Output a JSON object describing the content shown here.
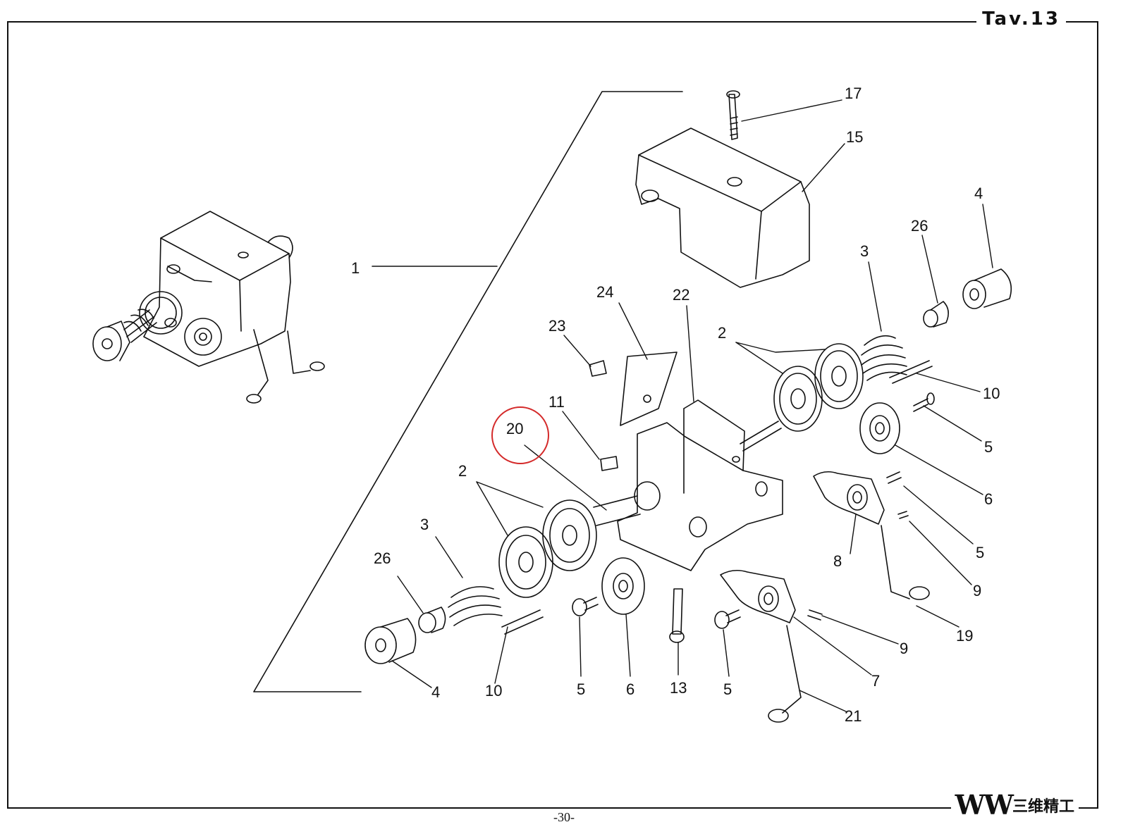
{
  "plate_label": "Tav.13",
  "page_number": "-30-",
  "brand": {
    "mark": "W",
    "name": "三维精工"
  },
  "highlight_color": "#d42a2a",
  "callouts": [
    {
      "id": "c1",
      "label": "1"
    },
    {
      "id": "c17",
      "label": "17"
    },
    {
      "id": "c15",
      "label": "15"
    },
    {
      "id": "c4a",
      "label": "4"
    },
    {
      "id": "c26a",
      "label": "26"
    },
    {
      "id": "c3a",
      "label": "3"
    },
    {
      "id": "c24",
      "label": "24"
    },
    {
      "id": "c22",
      "label": "22"
    },
    {
      "id": "c23",
      "label": "23"
    },
    {
      "id": "c2a",
      "label": "2"
    },
    {
      "id": "c10a",
      "label": "10"
    },
    {
      "id": "c5a",
      "label": "5"
    },
    {
      "id": "c11",
      "label": "11"
    },
    {
      "id": "c20",
      "label": "20"
    },
    {
      "id": "c2b",
      "label": "2"
    },
    {
      "id": "c6a",
      "label": "6"
    },
    {
      "id": "c3b",
      "label": "3"
    },
    {
      "id": "c8",
      "label": "8"
    },
    {
      "id": "c5b",
      "label": "5"
    },
    {
      "id": "c26b",
      "label": "26"
    },
    {
      "id": "c9a",
      "label": "9"
    },
    {
      "id": "c19",
      "label": "19"
    },
    {
      "id": "c9b",
      "label": "9"
    },
    {
      "id": "c4b",
      "label": "4"
    },
    {
      "id": "c10b",
      "label": "10"
    },
    {
      "id": "c5c",
      "label": "5"
    },
    {
      "id": "c6b",
      "label": "6"
    },
    {
      "id": "c13",
      "label": "13"
    },
    {
      "id": "c5d",
      "label": "5"
    },
    {
      "id": "c7",
      "label": "7"
    },
    {
      "id": "c21",
      "label": "21"
    }
  ]
}
